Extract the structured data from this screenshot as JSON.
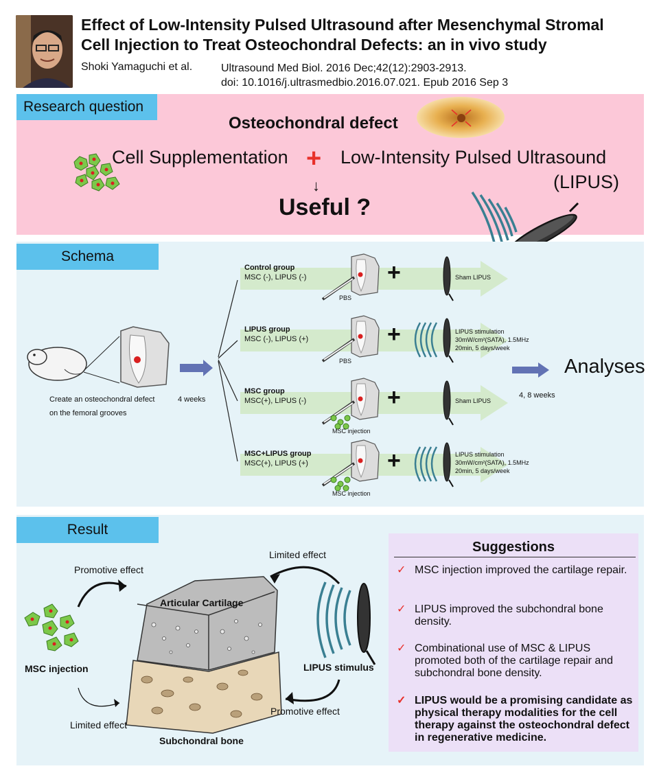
{
  "header": {
    "title_line1": "Effect of Low-Intensity Pulsed Ultrasound after Mesenchymal Stromal",
    "title_line2": "Cell Injection to Treat Osteochondral Defects: an in vivo study",
    "authors": "Shoki Yamaguchi et al.",
    "citation_line1": "Ultrasound Med Biol. 2016 Dec;42(12):2903-2913.",
    "citation_line2": "doi: 10.1016/j.ultrasmedbio.2016.07.021. Epub 2016 Sep 3"
  },
  "research_question": {
    "label": "Research question",
    "defect": "Osteochondral defect",
    "cell_supplementation": "Cell Supplementation",
    "plus": "+",
    "lipus_full": "Low-Intensity Pulsed Ultrasound",
    "lipus_abbr": "(LIPUS)",
    "arrow": "↓",
    "useful": "Useful ?"
  },
  "schema": {
    "label": "Schema",
    "defect_caption_1": "Create an osteochondral defect",
    "defect_caption_2": "on the femoral grooves",
    "four_weeks": "4 weeks",
    "timepoints": "4, 8 weeks",
    "analyses": "Analyses",
    "groups": [
      {
        "name": "Control group",
        "condition": "MSC (-), LIPUS (-)",
        "injection": "PBS",
        "treatment_1": "Sham LIPUS",
        "treatment_2": "",
        "treatment_3": ""
      },
      {
        "name": "LIPUS group",
        "condition": "MSC (-), LIPUS (+)",
        "injection": "PBS",
        "treatment_1": "LIPUS stimulation",
        "treatment_2": "30mW/cm²(SATA), 1.5MHz",
        "treatment_3": "20min, 5 days/week"
      },
      {
        "name": "MSC group",
        "condition": "MSC(+), LIPUS (-)",
        "injection": "MSC injection",
        "treatment_1": "Sham LIPUS",
        "treatment_2": "",
        "treatment_3": ""
      },
      {
        "name": "MSC+LIPUS group",
        "condition": "MSC(+), LIPUS (+)",
        "injection": "MSC injection",
        "treatment_1": "LIPUS stimulation",
        "treatment_2": "30mW/cm²(SATA), 1.5MHz",
        "treatment_3": "20min, 5 days/week"
      }
    ]
  },
  "result": {
    "label": "Result",
    "promotive_top": "Promotive effect",
    "limited_top": "Limited effect",
    "articular_cartilage": "Articular Cartilage",
    "msc_injection": "MSC injection",
    "lipus_stimulus": "LIPUS stimulus",
    "limited_bottom": "Limited effect",
    "promotive_bottom": "Promotive effect",
    "subchondral_bone": "Subchondral bone"
  },
  "suggestions": {
    "title": "Suggestions",
    "check": "✓",
    "items": [
      "MSC injection improved the cartilage repair.",
      "LIPUS improved the subchondral bone density.",
      "Combinational use of MSC & LIPUS promoted both of the cartilage repair and subchondral bone density.",
      "LIPUS would be a promising candidate as physical therapy modalities for the cell therapy against the osteochondral defect in regenerative medicine."
    ]
  },
  "colors": {
    "pink_panel": "#fcc8d8",
    "blue_panel": "#e6f3f8",
    "tag_blue": "#5cc1ec",
    "red_accent": "#e8302a",
    "suggestion_bg": "#ece0f7",
    "cell_green": "#7cc84a",
    "group_arrow": "#d4eacc"
  }
}
